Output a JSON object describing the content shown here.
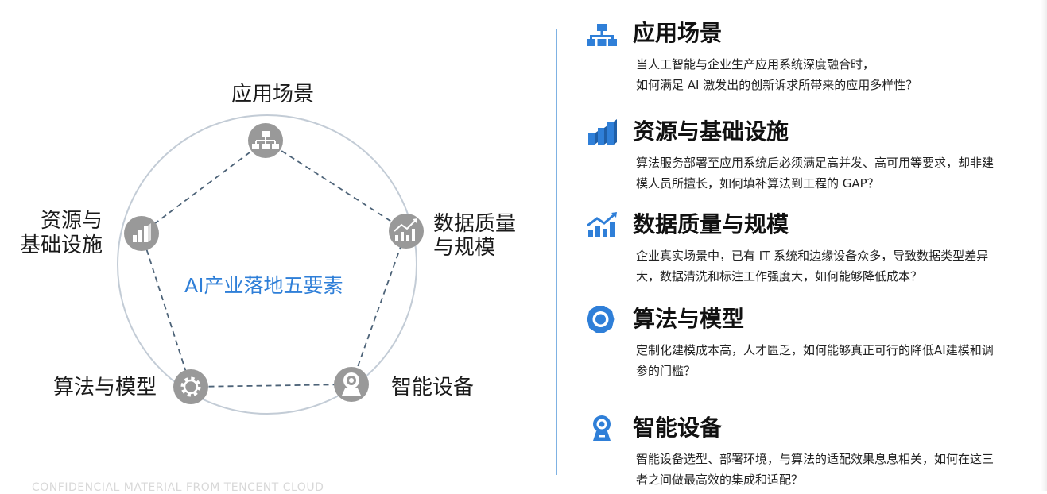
{
  "diagram": {
    "center_title": "AI产业落地五要素",
    "nodes": {
      "top": "应用场景",
      "left_line1": "资源与",
      "left_line2": "基础设施",
      "right_line1": "数据质量",
      "right_line2": "与规模",
      "bottom_left": "算法与模型",
      "bottom_right": "智能设备"
    }
  },
  "sections": [
    {
      "icon": "org-chart-icon",
      "title": "应用场景",
      "lines": [
        "当人工智能与企业生产应用系统深度融合时，",
        "如何满足 AI 激发出的创新诉求所带来的应用多样性？"
      ]
    },
    {
      "icon": "bar-chart-3d-icon",
      "title": "资源与基础设施",
      "lines": [
        "算法服务部署至应用系统后必须满足高并发、高可用等要求，却非建",
        "模人员所擅长，如何填补算法到工程的 GAP？"
      ]
    },
    {
      "icon": "trend-chart-icon",
      "title": "数据质量与规模",
      "lines": [
        "企业真实场景中，已有 IT 系统和边缘设备众多，导致数据类型差异",
        "大，数据清洗和标注工作强度大，如何能够降低成本？"
      ]
    },
    {
      "icon": "gear-icon",
      "title": "算法与模型",
      "lines": [
        "定制化建模成本高，人才匮乏，如何能够真正可行的降低AI建模和调",
        "参的门槛？"
      ]
    },
    {
      "icon": "camera-icon",
      "title": "智能设备",
      "lines": [
        "智能设备选型、部署环境，与算法的适配效果息息相关，如何在这三",
        "者之间做最高效的集成和适配？"
      ]
    }
  ],
  "footer": "CONFIDENCIAL MATERIAL FROM TENCENT CLOUD",
  "colors": {
    "accent": "#2f7fd8",
    "node_gray": "#999999",
    "circle": "#c3ccd6",
    "dash": "#4d6378"
  }
}
